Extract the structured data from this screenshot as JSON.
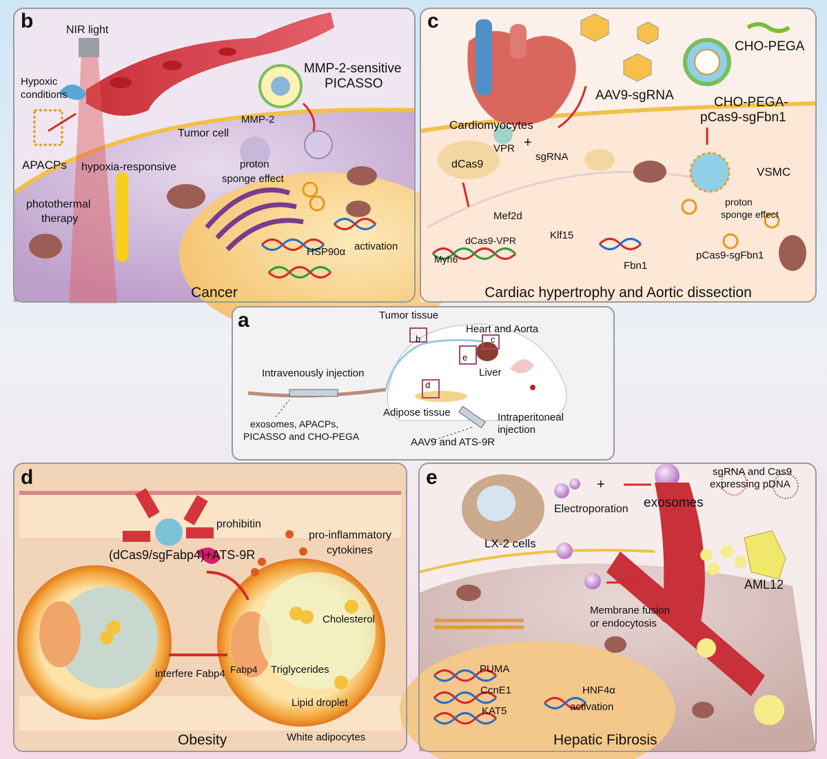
{
  "panel_b": {
    "label": "b",
    "nir_light": "NIR light",
    "hypoxic_line1": "Hypoxic",
    "hypoxic_line2": "conditions",
    "mmp2_sensitive_line1": "MMP-2-sensitive",
    "mmp2_sensitive_line2": "PICASSO",
    "tumor_cell": "Tumor cell",
    "mmp2": "MMP-2",
    "apacps": "APACPs",
    "hypoxia_responsive": "hypoxia-responsive",
    "proton_line1": "proton",
    "proton_line2": "sponge effect",
    "photothermal_line1": "photothermal",
    "photothermal_line2": "therapy",
    "activation": "activation",
    "hsp90a": "HSP90α",
    "caption": "Cancer"
  },
  "panel_c": {
    "label": "c",
    "cho_pega": "CHO-PEGA",
    "aav9_sgrna": "AAV9-sgRNA",
    "cho_pega_cas_line1": "CHO-PEGA-",
    "cho_pega_cas_line2": "pCas9-sgFbn1",
    "cardiomyocytes": "Cardiomyocytes",
    "vpr": "VPR",
    "plus": "+",
    "sgrna": "sgRNA",
    "dcas9": "dCas9",
    "vsmc": "VSMC",
    "mef2d": "Mef2d",
    "proton_line1": "proton",
    "proton_line2": "sponge effect",
    "dcas9_vpr": "dCas9-VPR",
    "klf15": "Klf15",
    "myh6": "Myh6",
    "fbn1": "Fbn1",
    "pcas9_sgfbn1": "pCas9-sgFbn1",
    "caption": "Cardiac hypertrophy and  Aortic dissection"
  },
  "panel_a": {
    "label": "a",
    "tumor_tissue": "Tumor tissue",
    "heart_aorta": "Heart and Aorta",
    "box_b": "b",
    "box_c": "c",
    "box_e": "e",
    "box_d": "d",
    "liver": "Liver",
    "iv_injection": "Intravenously injection",
    "adipose": "Adipose tissue",
    "ip_line1": "Intraperitoneal",
    "ip_line2": "injection",
    "carriers_line1": "exosomes, APACPs,",
    "carriers_line2": "PICASSO and CHO-PEGA",
    "aav9_ats": "AAV9 and ATS-9R"
  },
  "panel_d": {
    "label": "d",
    "prohibitin": "prohibitin",
    "pro_infl_line1": "pro-inflammatory",
    "pro_infl_line2": "cytokines",
    "dcas9_sgfabp4": "(dCas9/sgFabp4)+ATS-9R",
    "cholesterol": "Cholesterol",
    "interfere": "interfere Fabp4",
    "fabp4": "Fabp4",
    "triglycerides": "Triglycerides",
    "lipid_droplet": "Lipid droplet",
    "white_adipocytes": "White adipocytes",
    "caption": "Obesity"
  },
  "panel_e": {
    "label": "e",
    "sgrna_cas9_line1": "sgRNA and Cas9",
    "sgrna_cas9_line2": "expressing pDNA",
    "plus": "+",
    "exosomes": "exosomes",
    "electroporation": "Electroporation",
    "lx2": "LX-2 cells",
    "aml12": "AML12",
    "membrane_line1": "Membrane fusion",
    "membrane_line2": "or endocytosis",
    "puma": "PUMA",
    "ccne1": "CcnE1",
    "hnf4a": "HNF4α",
    "activation": "activation",
    "kat5": "KAT5",
    "caption": "Hepatic Fibrosis"
  }
}
